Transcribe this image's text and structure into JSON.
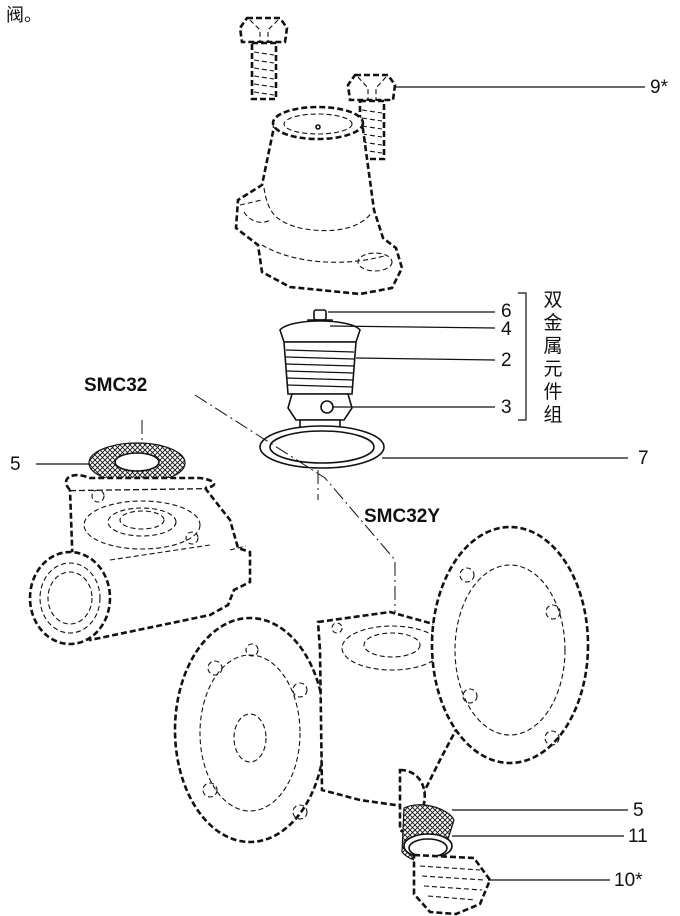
{
  "top_text": "阀。",
  "models": {
    "smc32": "SMC32",
    "smc32y": "SMC32Y"
  },
  "callouts": {
    "c9": "9*",
    "c6": "6",
    "c4": "4",
    "c2": "2",
    "c3": "3",
    "c7": "7",
    "c5_left": "5",
    "c5_bottom": "5",
    "c11": "11",
    "c10": "10*"
  },
  "group_label": "双金属元件组"
}
